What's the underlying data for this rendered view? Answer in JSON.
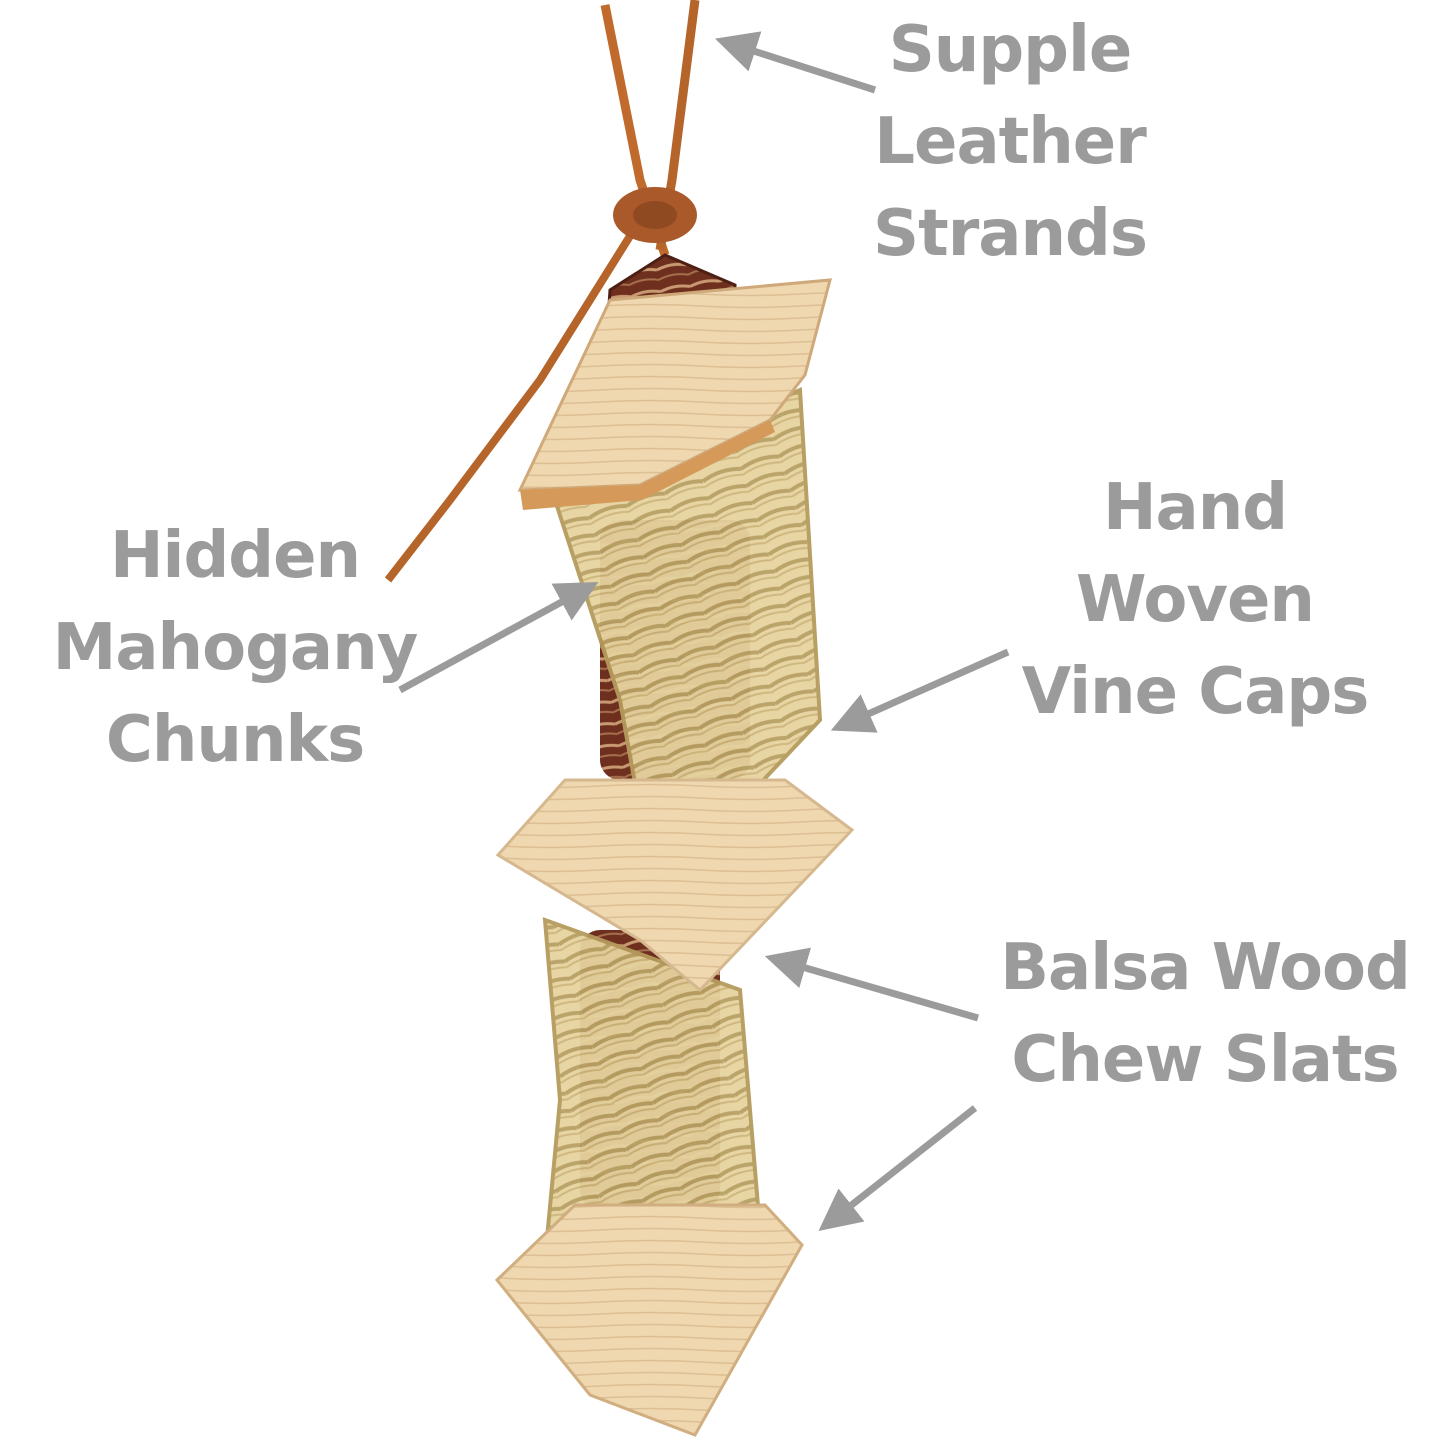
{
  "labels": {
    "leather": {
      "lines": [
        "Supple",
        "Leather",
        "Strands"
      ]
    },
    "mahogany": {
      "lines": [
        "Hidden",
        "Mahogany",
        "Chunks"
      ]
    },
    "vine": {
      "lines": [
        "Hand",
        "Woven",
        "Vine Caps"
      ]
    },
    "balsa": {
      "lines": [
        "Balsa Wood",
        "Chew Slats"
      ]
    }
  },
  "colors": {
    "label_text": "#9b9b9b",
    "arrow": "#9b9b9b",
    "leather": "#b5642a",
    "balsa": "#e7c9a0",
    "vine": "#d9c490",
    "mahogany": "#7a3a24"
  }
}
